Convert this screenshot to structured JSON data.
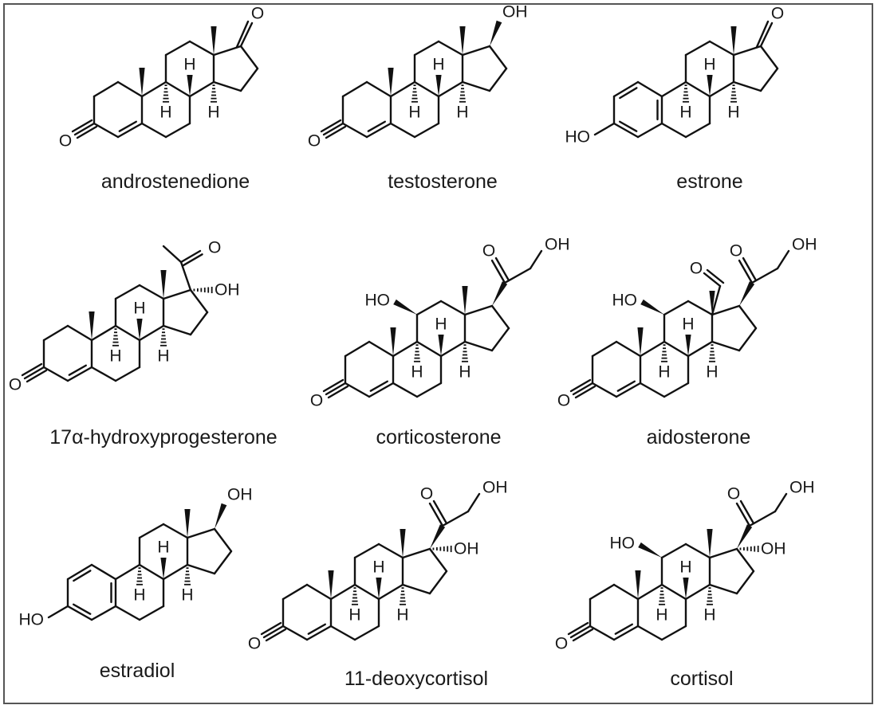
{
  "colors": {
    "ink": "#111111",
    "border": "#555555",
    "background": "#ffffff"
  },
  "molecules": [
    {
      "id": "androstenedione",
      "name": "androstenedione",
      "ring_a": "enone",
      "c17": "ketone",
      "c11": "none",
      "c18": "methyl",
      "labels": {
        "o3": "O",
        "o17": "O"
      }
    },
    {
      "id": "testosterone",
      "name": "testosterone",
      "ring_a": "enone",
      "c17": "beta-oh",
      "c11": "none",
      "c18": "methyl",
      "labels": {
        "o3": "O",
        "oh17": "OH"
      }
    },
    {
      "id": "estrone",
      "name": "estrone",
      "ring_a": "aromatic",
      "c17": "ketone",
      "c11": "none",
      "c18": "methyl",
      "labels": {
        "ho3": "HO",
        "o17": "O"
      }
    },
    {
      "id": "17-oh-progesterone",
      "name": "17α-hydroxyprogesterone",
      "ring_a": "enone",
      "c17": "acetyl-oh",
      "c11": "none",
      "c18": "methyl",
      "labels": {
        "o3": "O",
        "o20": "O",
        "oh17": "OH"
      }
    },
    {
      "id": "corticosterone",
      "name": "corticosterone",
      "ring_a": "enone",
      "c17": "hydroxyacetyl",
      "c11": "beta-oh",
      "c18": "methyl",
      "labels": {
        "o3": "O",
        "o20": "O",
        "oh21": "OH",
        "ho11": "HO"
      }
    },
    {
      "id": "aldosterone",
      "name": "aidosterone",
      "ring_a": "enone",
      "c17": "hydroxyacetyl",
      "c11": "beta-oh",
      "c18": "aldehyde",
      "labels": {
        "o3": "O",
        "o20": "O",
        "oh21": "OH",
        "ho11": "HO",
        "o18": "O"
      }
    },
    {
      "id": "estradiol",
      "name": "estradiol",
      "ring_a": "aromatic",
      "c17": "beta-oh",
      "c11": "none",
      "c18": "methyl",
      "labels": {
        "ho3": "HO",
        "oh17": "OH"
      }
    },
    {
      "id": "11-deoxycortisol",
      "name": "11-deoxycortisol",
      "ring_a": "enone",
      "c17": "hydroxyacetyl-oh",
      "c11": "none",
      "c18": "methyl",
      "labels": {
        "o3": "O",
        "o20": "O",
        "oh21": "OH",
        "oh17": "OH"
      }
    },
    {
      "id": "cortisol",
      "name": "cortisol",
      "ring_a": "enone",
      "c17": "hydroxyacetyl-oh",
      "c11": "beta-oh",
      "c18": "methyl",
      "labels": {
        "o3": "O",
        "o20": "O",
        "oh21": "OH",
        "oh17": "OH",
        "ho11": "HO"
      }
    }
  ],
  "stereo_h_label": "H"
}
